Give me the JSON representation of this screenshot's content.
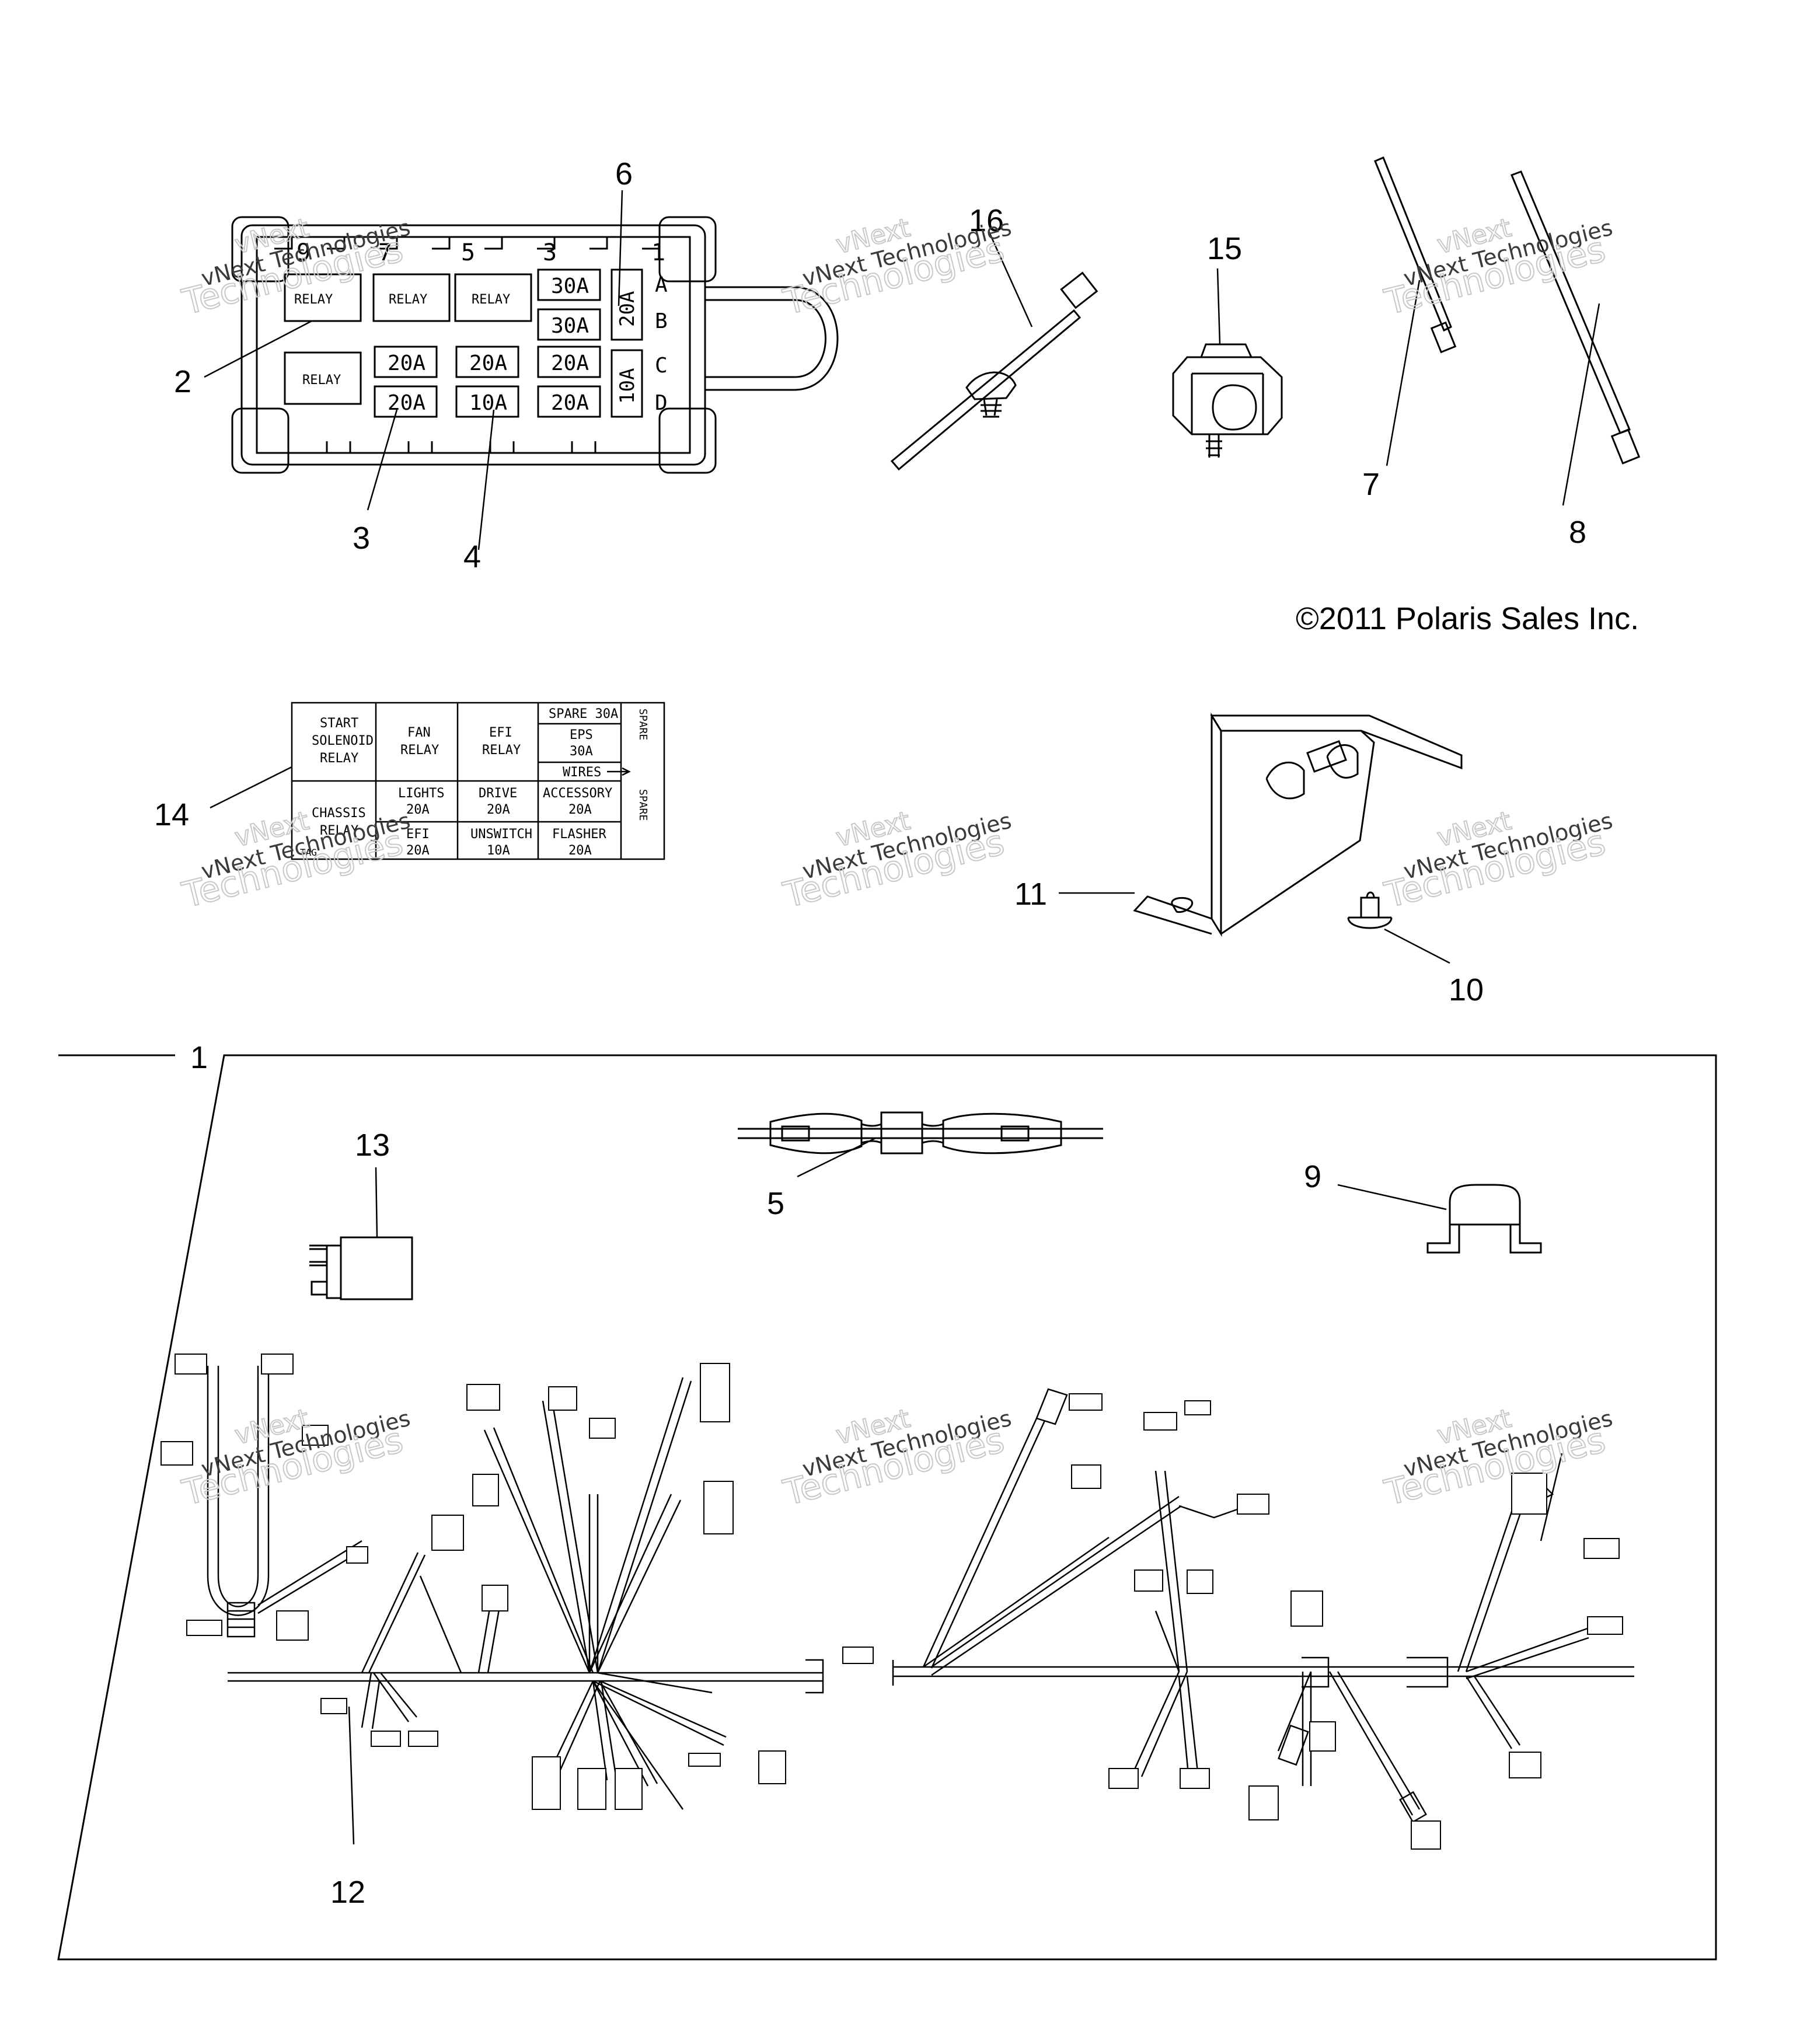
{
  "copyright": "©2011 Polaris Sales Inc.",
  "watermark": {
    "brand": "vNext Technologies",
    "word1": "vNext",
    "word2": "Technologies"
  },
  "callouts": {
    "c1": "1",
    "c2": "2",
    "c3": "3",
    "c4": "4",
    "c5": "5",
    "c6": "6",
    "c7": "7",
    "c8": "8",
    "c9": "9",
    "c10": "10",
    "c11": "11",
    "c12": "12",
    "c13": "13",
    "c14": "14",
    "c15": "15",
    "c16": "16"
  },
  "fuse_box": {
    "slot_numbers": [
      "9",
      "7",
      "5",
      "3",
      "1"
    ],
    "relays": [
      "RELAY",
      "RELAY",
      "RELAY",
      "RELAY"
    ],
    "row_letters": [
      "A",
      "B",
      "C",
      "D"
    ],
    "fuses": {
      "r1c4": "30A",
      "r2c4": "30A",
      "side_ab": "20A",
      "r3c2": "20A",
      "r3c3": "20A",
      "r3c4": "20A",
      "r4c2": "20A",
      "r4c3": "10A",
      "r4c4": "20A",
      "side_cd": "10A"
    }
  },
  "decal": {
    "start_relay": [
      "START",
      "SOLENOID",
      "RELAY"
    ],
    "fan_relay": [
      "FAN",
      "RELAY"
    ],
    "efi_relay": [
      "EFI",
      "RELAY"
    ],
    "spare": "SPARE 30A",
    "eps": [
      "EPS",
      "30A"
    ],
    "wires": "WIRES",
    "side_top": "SPARE",
    "chassis_relay": [
      "CHASSIS",
      "RELAY"
    ],
    "lights": [
      "LIGHTS",
      "20A"
    ],
    "drive": [
      "DRIVE",
      "20A"
    ],
    "accessory": [
      "ACCESSORY",
      "20A"
    ],
    "efi": [
      "EFI",
      "20A"
    ],
    "unswitch": [
      "UNSWITCH",
      "10A"
    ],
    "flasher": [
      "FLASHER",
      "20A"
    ],
    "side_bottom": "SPARE",
    "corner": "TAG"
  }
}
